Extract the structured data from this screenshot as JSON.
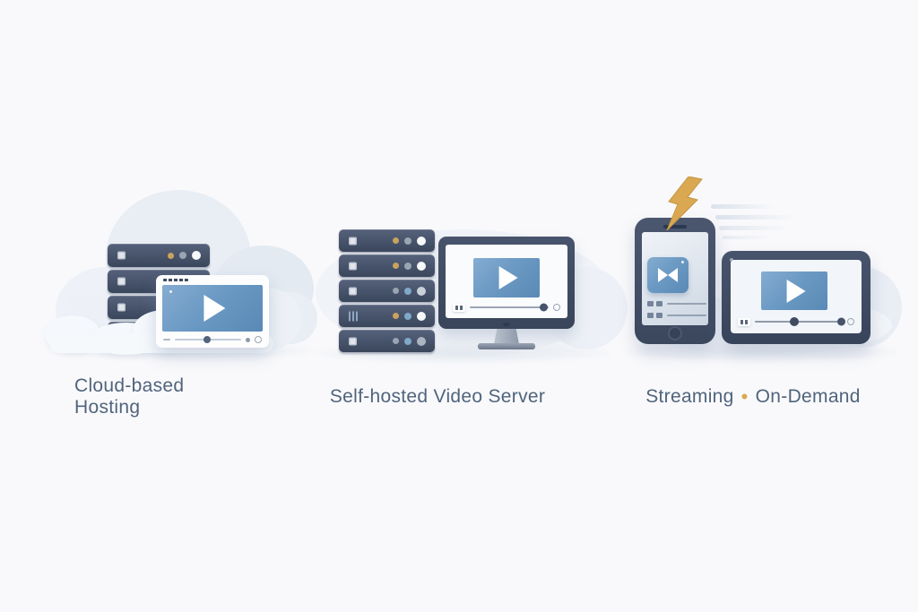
{
  "palette": {
    "background": "#f9f9fb",
    "caption_text": "#50647c",
    "gold_accent": "#d9a851",
    "video_blue": "#6b9ac4",
    "device_slate": "#414d63",
    "cloud": "#e9eef5"
  },
  "sections": [
    {
      "id": "cloud-hosting",
      "label": "Cloud-based Hosting",
      "icons": [
        "cloud",
        "server-stack",
        "video-player-window",
        "play-icon"
      ],
      "rack": {
        "slabs": [
          {
            "icon": "square",
            "leds": [
              "#c9a35f",
              "#9aa4b2",
              "#f6f8fa"
            ]
          },
          {
            "icon": "square",
            "leds": []
          },
          {
            "icon": "square",
            "leds": []
          },
          {
            "icon": "square",
            "leds": []
          }
        ]
      },
      "player": {
        "progress_pct": 48
      }
    },
    {
      "id": "self-hosted",
      "label": "Self-hosted Video Server",
      "icons": [
        "server-rack",
        "desktop-monitor",
        "play-icon"
      ],
      "rack": {
        "slabs": [
          {
            "icon": "square",
            "leds": [
              "#c9a35f",
              "#9aa4b2",
              "#f6f8fa"
            ]
          },
          {
            "icon": "square",
            "leds": [
              "#c9a35f",
              "#9aa4b2",
              "#f6f8fa"
            ]
          },
          {
            "icon": "square",
            "leds": [
              "#9aa4b2",
              "#7fa8c9",
              "#c9d0da"
            ]
          },
          {
            "icon": "bars",
            "leds": [
              "#c9a35f",
              "#7fa8c9",
              "#f6f8fa"
            ]
          },
          {
            "icon": "square",
            "leds": [
              "#9aa4b2",
              "#7fa8c9",
              "#aab3c0"
            ]
          }
        ]
      },
      "player": {
        "progress_pct": 93
      }
    },
    {
      "id": "streaming-on-demand",
      "label_left": "Streaming",
      "separator": "•",
      "label_right": "On-Demand",
      "icons": [
        "lightning-bolt-icon",
        "smartphone",
        "skip-icon",
        "tablet",
        "play-icon"
      ],
      "player": {
        "progress_pct": 44
      }
    }
  ]
}
